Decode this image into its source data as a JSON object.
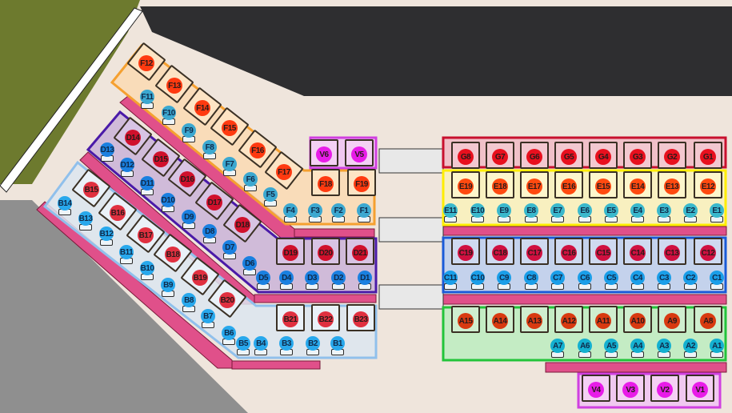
{
  "title": "Seating map",
  "sections": [
    {
      "id": "G",
      "border": "#c8102e",
      "fill": "#f0c0c8",
      "seat_color": "#e8101e",
      "small_color": "#3ab8cc",
      "big": [
        "G8",
        "G7",
        "G6",
        "G5",
        "G4",
        "G3",
        "G2",
        "G1"
      ],
      "small": []
    },
    {
      "id": "E",
      "border": "#ffee00",
      "fill": "#f8f0c0",
      "seat_color": "#ff4a10",
      "small_color": "#3ab8cc",
      "big": [
        "E19",
        "E18",
        "E17",
        "E16",
        "E15",
        "E14",
        "E13",
        "E12"
      ],
      "small": [
        "E11",
        "E10",
        "E9",
        "E8",
        "E7",
        "E6",
        "E5",
        "E4",
        "E3",
        "E2",
        "E1"
      ]
    },
    {
      "id": "C",
      "border": "#1a5ad8",
      "fill": "#c4d2ec",
      "seat_color": "#d01040",
      "small_color": "#1a9ee8",
      "big": [
        "C19",
        "C18",
        "C17",
        "C16",
        "C15",
        "C14",
        "C13",
        "C12"
      ],
      "small": [
        "C11",
        "C10",
        "C9",
        "C8",
        "C7",
        "C6",
        "C5",
        "C4",
        "C3",
        "C2",
        "C1"
      ]
    },
    {
      "id": "A",
      "border": "#22c43a",
      "fill": "#c4ecc4",
      "seat_color": "#d83a10",
      "small_color": "#14b0d0",
      "big": [
        "A15",
        "A14",
        "A13",
        "A12",
        "A11",
        "A10",
        "A9",
        "A8"
      ],
      "small": [
        "A7",
        "A6",
        "A5",
        "A4",
        "A3",
        "A2",
        "A1"
      ]
    },
    {
      "id": "V",
      "border": "#d040e0",
      "fill": "#f0c8f0",
      "seat_color": "#e81ce8",
      "small_color": "#e81ce8",
      "big": [
        "V6",
        "V5",
        "V4",
        "V3",
        "V2",
        "V1"
      ],
      "small": []
    },
    {
      "id": "F",
      "border": "#f5a030",
      "fill": "#fbd9b0",
      "seat_color": "#ff3a10",
      "small_color": "#3ca8d0",
      "big": [
        "F12",
        "F13",
        "F14",
        "F15",
        "F16",
        "F17",
        "F18",
        "F19"
      ],
      "small": [
        "F11",
        "F10",
        "F9",
        "F8",
        "F7",
        "F6",
        "F5",
        "F4",
        "F3",
        "F2",
        "F1"
      ]
    },
    {
      "id": "D",
      "border": "#4a1aa8",
      "fill": "#c8b0d8",
      "seat_color": "#d0102c",
      "small_color": "#1a80e0",
      "big": [
        "D14",
        "D15",
        "D16",
        "D17",
        "D18",
        "D19",
        "D20",
        "D21"
      ],
      "small": [
        "D13",
        "D12",
        "D11",
        "D10",
        "D9",
        "D8",
        "D7",
        "D6",
        "D5",
        "D4",
        "D3",
        "D2",
        "D1"
      ]
    },
    {
      "id": "B",
      "border": "#90c0ec",
      "fill": "#dce6f0",
      "seat_color": "#e03040",
      "small_color": "#28a8ec",
      "big": [
        "B15",
        "B16",
        "B17",
        "B18",
        "B19",
        "B20",
        "B21",
        "B22",
        "B23"
      ],
      "small": [
        "B14",
        "B13",
        "B12",
        "B11",
        "B10",
        "B9",
        "B8",
        "B7",
        "B6",
        "B5",
        "B4",
        "B3",
        "B2",
        "B1"
      ]
    }
  ]
}
